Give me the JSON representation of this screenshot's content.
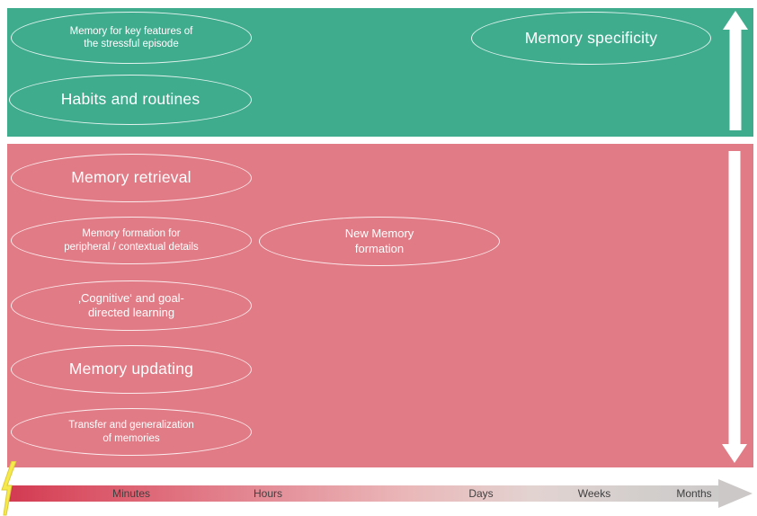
{
  "green_band": {
    "ellipses": [
      {
        "id": "key-features",
        "lines": [
          "Memory for key features of",
          "the stressful episode"
        ]
      },
      {
        "id": "habits-routines",
        "lines": [
          "Habits and routines",
          ""
        ]
      },
      {
        "id": "memory-specificity",
        "lines": [
          "Memory specificity",
          ""
        ]
      }
    ]
  },
  "red_band": {
    "ellipses": [
      {
        "id": "memory-retrieval",
        "lines": [
          "Memory retrieval",
          ""
        ]
      },
      {
        "id": "peripheral-formation",
        "lines": [
          "Memory formation for",
          "peripheral / contextual details"
        ]
      },
      {
        "id": "new-memory-formation",
        "lines": [
          "New Memory",
          "formation"
        ]
      },
      {
        "id": "cognitive-learning",
        "lines": [
          "‚Cognitive‘ and goal-",
          "directed learning"
        ]
      },
      {
        "id": "memory-updating",
        "lines": [
          "Memory updating",
          ""
        ]
      },
      {
        "id": "transfer-generalization",
        "lines": [
          "Transfer and generalization",
          "of memories"
        ]
      }
    ]
  },
  "timeline": {
    "labels": [
      {
        "label": "Minutes"
      },
      {
        "label": "Hours"
      },
      {
        "label": "Days"
      },
      {
        "label": "Weeks"
      },
      {
        "label": "Months"
      }
    ]
  },
  "icons": {
    "up_arrow": "increase-arrow",
    "down_arrow": "decrease-arrow",
    "lightning": "stress-event-bolt",
    "timeline_arrow": "time-axis-arrow"
  },
  "colors": {
    "green_band": "#3FAC8E",
    "red_band": "#E17B86",
    "ellipse_stroke": "#FFFFFF",
    "timeline_start": "#D23A52",
    "timeline_end": "#CDCACA",
    "timeline_label": "#3F3F3F",
    "bolt_fill": "#F5E94E",
    "bolt_stroke": "#DCCB35"
  }
}
